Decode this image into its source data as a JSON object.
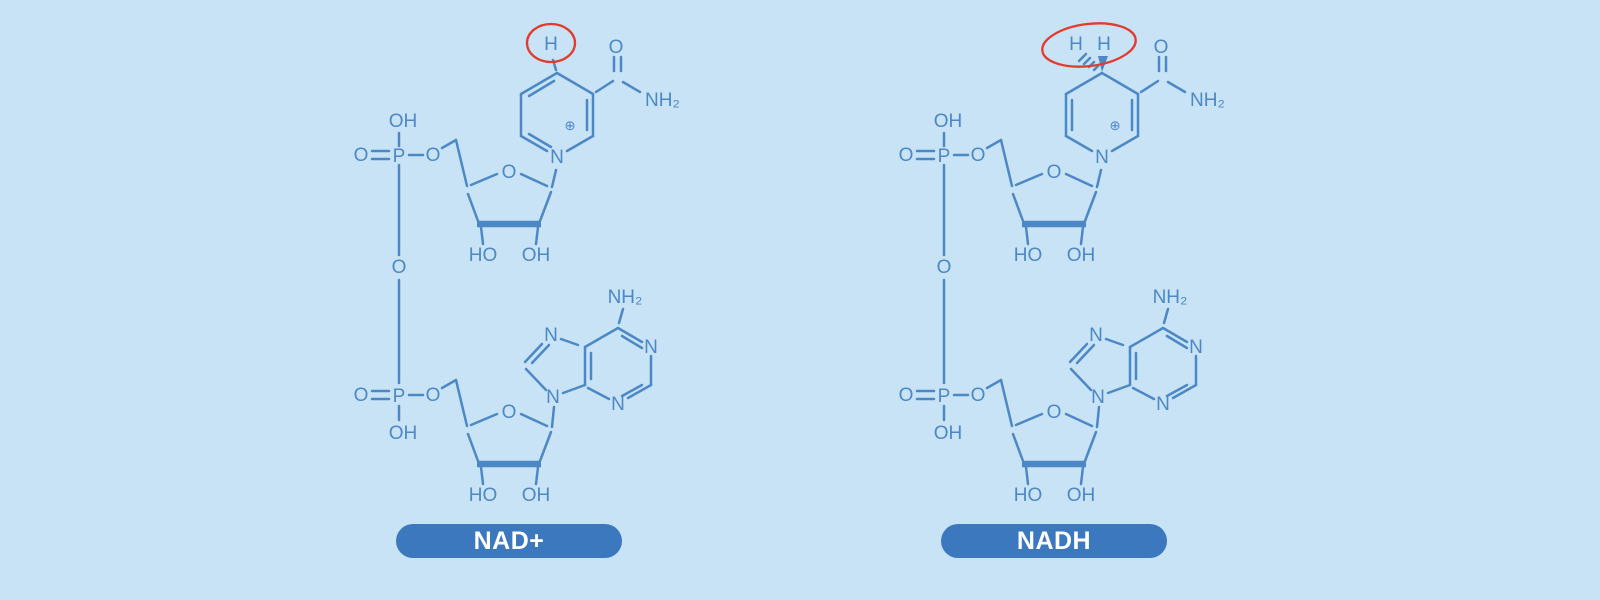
{
  "colors": {
    "background": "#c8e3f5",
    "line": "#4d88c6",
    "pill": "#3b78be",
    "pill_text": "#ffffff",
    "highlight": "#e23b2e"
  },
  "molecules": [
    {
      "name": "NAD+",
      "pill_label": "NAD+",
      "labels": {
        "h_top": "H",
        "carbonyl_o": "O",
        "amide_nh2": "NH₂",
        "ring_n": "N",
        "ring_charge": "⊕",
        "p1_oh": "OH",
        "p1_o_double": "O",
        "p1": "P",
        "p1_o_ester": "O",
        "ribose1_o": "O",
        "ribose1_ho": "HO",
        "ribose1_oh": "OH",
        "bridge_o": "O",
        "p2_o_double": "O",
        "p2": "P",
        "p2_oh": "OH",
        "p2_o_ester": "O",
        "ribose2_o": "O",
        "ribose2_ho": "HO",
        "ribose2_oh": "OH",
        "adenine_n9": "N",
        "adenine_n7": "N",
        "adenine_n1": "N",
        "adenine_n3": "N",
        "adenine_nh2": "NH₂"
      }
    },
    {
      "name": "NADH",
      "pill_label": "NADH",
      "labels": {
        "h_left": "H",
        "h_right": "H",
        "carbonyl_o": "O",
        "amide_nh2": "NH₂",
        "ring_n": "N",
        "ring_charge": "⊕",
        "p1_oh": "OH",
        "p1_o_double": "O",
        "p1": "P",
        "p1_o_ester": "O",
        "ribose1_o": "O",
        "ribose1_ho": "HO",
        "ribose1_oh": "OH",
        "bridge_o": "O",
        "p2_o_double": "O",
        "p2": "P",
        "p2_oh": "OH",
        "p2_o_ester": "O",
        "ribose2_o": "O",
        "ribose2_ho": "HO",
        "ribose2_oh": "OH",
        "adenine_n9": "N",
        "adenine_n7": "N",
        "adenine_n1": "N",
        "adenine_n3": "N",
        "adenine_nh2": "NH₂"
      }
    }
  ]
}
